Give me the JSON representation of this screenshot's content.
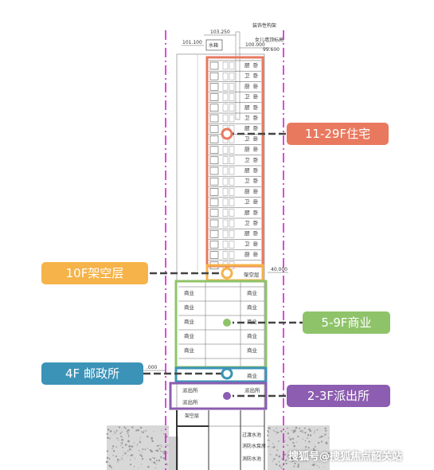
{
  "colors": {
    "residential": "#e8795f",
    "mechanical": "#f5b34a",
    "commercial": "#8fc36a",
    "postoffice": "#3c93b8",
    "police": "#8c5db0",
    "axis": "#d21fd2"
  },
  "elevations": {
    "top": "103.250",
    "roof": "101.100",
    "parapet": "100.000",
    "parapet_height": "99.600",
    "refuge": "40.000",
    "low": ".000"
  },
  "drawing_notes": {
    "decorative_frame": "装饰性构架",
    "parapet_label": "女儿墙顶标高",
    "water_tank": "水箱"
  },
  "room_labels": {
    "residential_kitchen": "厨",
    "residential_bedroom": "卧",
    "residential_bath": "卫",
    "mechanical": "架空层",
    "commercial": "商业",
    "postoffice": "商业",
    "police": "派出所",
    "basement_a": "架空层",
    "basement_b": "消防水泵房",
    "basement_c": "消防水池",
    "basement_d": "过渡水池"
  },
  "zones": [
    {
      "id": "residential",
      "label": "11-29F住宅",
      "icon": "residential-zone-marker-icon"
    },
    {
      "id": "mechanical",
      "label": "10F架空层",
      "icon": "mechanical-zone-marker-icon"
    },
    {
      "id": "commercial",
      "label": "5-9F商业",
      "icon": "commercial-zone-marker-icon"
    },
    {
      "id": "postoffice",
      "label": "4F 邮政所",
      "icon": "postoffice-zone-marker-icon"
    },
    {
      "id": "police",
      "label": "2-3F派出所",
      "icon": "police-zone-marker-icon"
    }
  ],
  "watermark": "搜狐号@搜狐焦点韶关站"
}
